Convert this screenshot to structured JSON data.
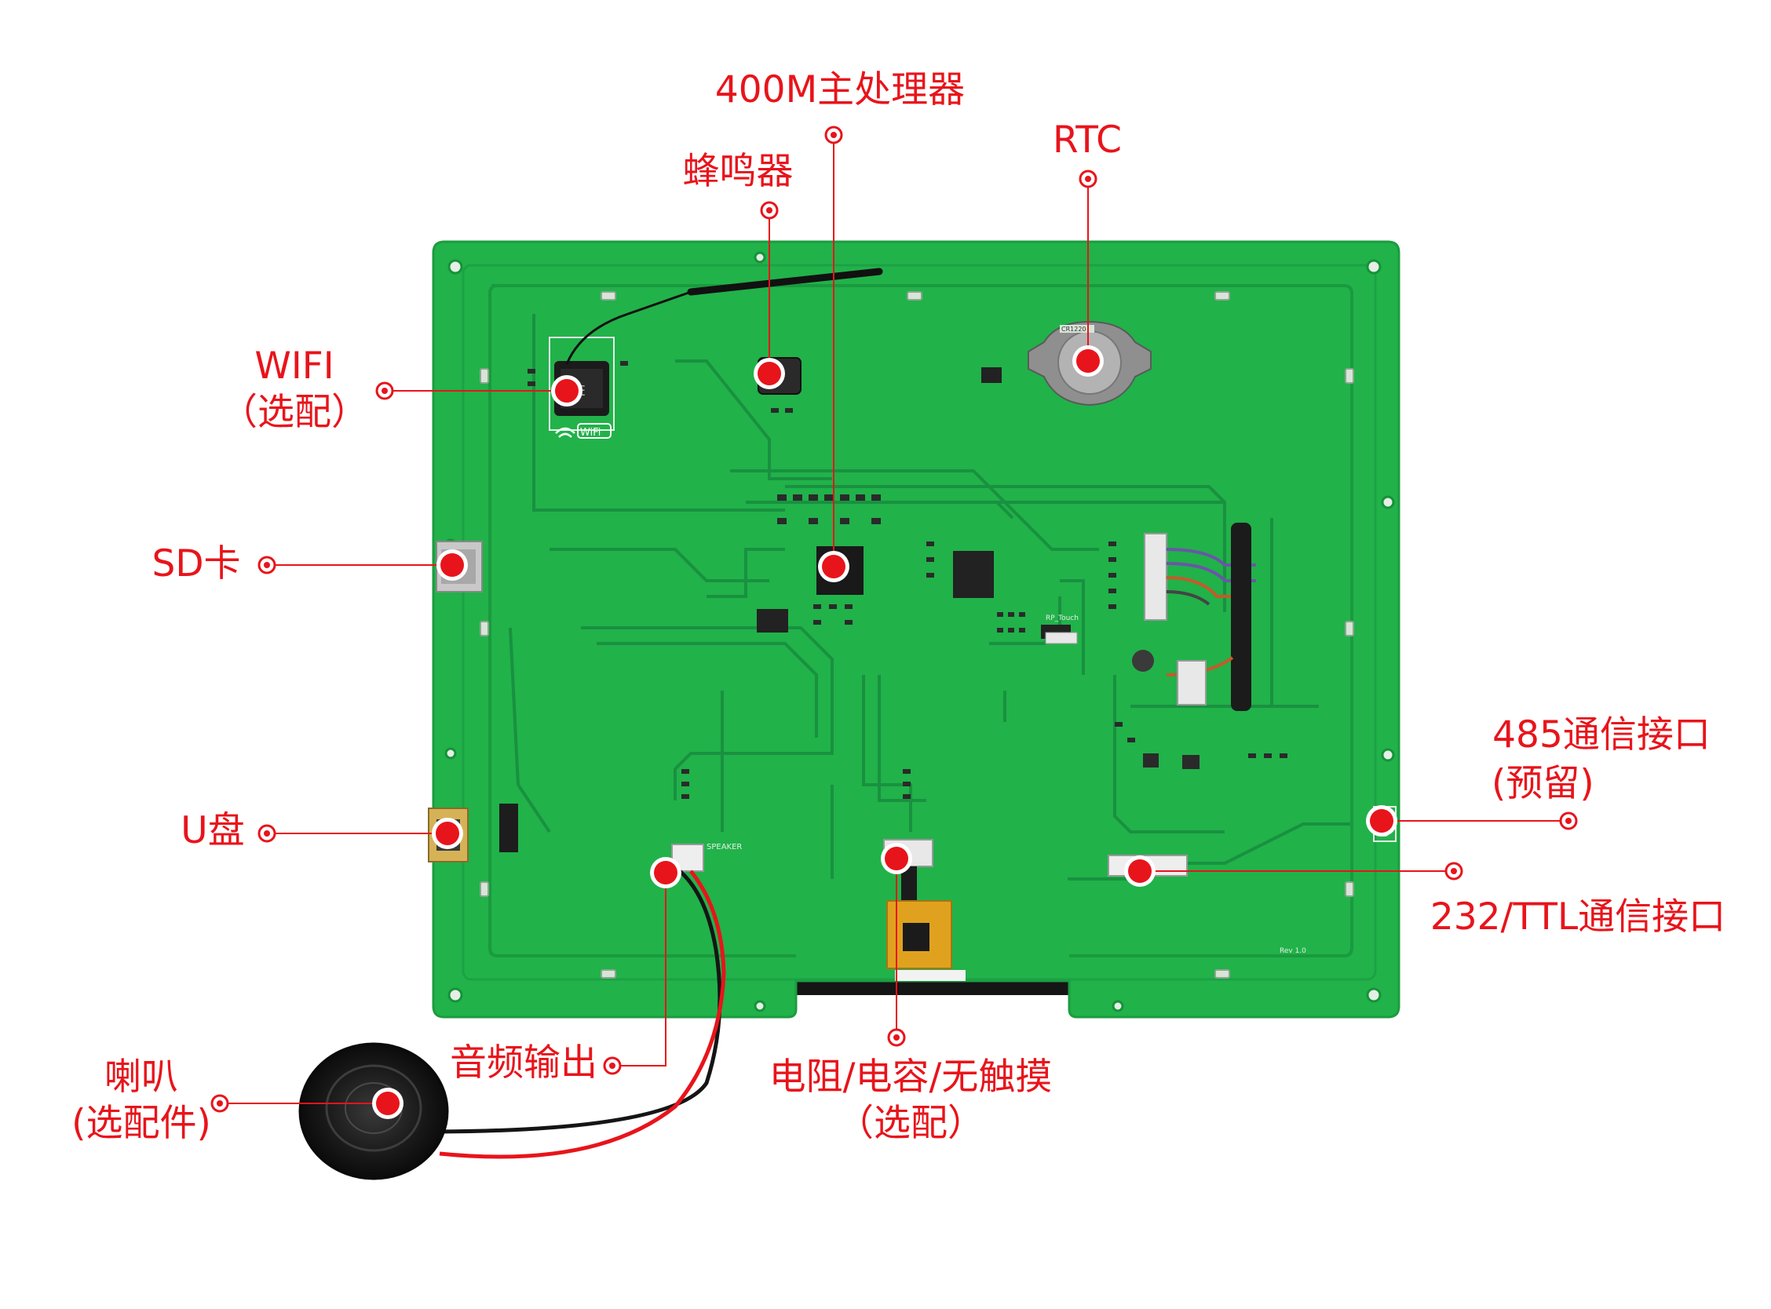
{
  "colors": {
    "callout": "#e8141b",
    "pcb": "#21b24a",
    "pcb_dark": "#1a9a3e",
    "trace": "#199140",
    "background": "#ffffff"
  },
  "labels": {
    "cpu": "400M主处理器",
    "buzzer": "蜂鸣器",
    "rtc": "RTC",
    "wifi_line1": "WIFI",
    "wifi_line2": "（选配）",
    "sd": "SD卡",
    "usb": "U盘",
    "rs485_line1": "485通信接口",
    "rs485_line2": "(预留)",
    "rs232": "232/TTL通信接口",
    "audio": "音频输出",
    "touch_line1": "电阻/电容/无触摸",
    "touch_line2": "（选配）",
    "speaker_line1": "喇叭",
    "speaker_line2": "(选配件)"
  },
  "board_marks": {
    "wifi_logo": "WiFi",
    "speaker_silk": "SPEAKER",
    "cr_silk": "CR1220",
    "rev": "Rev 1.0",
    "rp_touch": "RP_Touch"
  }
}
